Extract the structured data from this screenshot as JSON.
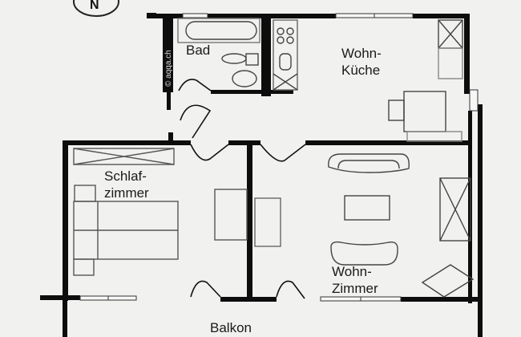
{
  "diagram": {
    "type": "floor-plan",
    "compass": {
      "label": "N"
    },
    "watermark": "© aqqa.ch",
    "rooms": [
      {
        "id": "bad",
        "label": "Bad"
      },
      {
        "id": "wohnkueche",
        "label_line1": "Wohn-",
        "label_line2": "Küche"
      },
      {
        "id": "schlafzimmer",
        "label_line1": "Schlaf-",
        "label_line2": "zimmer"
      },
      {
        "id": "wohnzimmer",
        "label_line1": "Wohn-",
        "label_line2": "Zimmer"
      },
      {
        "id": "balkon",
        "label": "Balkon"
      }
    ],
    "colors": {
      "wall": "#0d0d0d",
      "furniture": "#555555",
      "background": "#f1f1ef"
    }
  }
}
